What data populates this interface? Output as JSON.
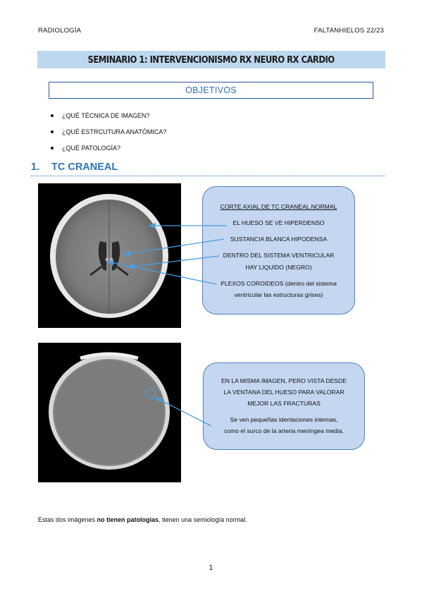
{
  "header": {
    "left": "RADIOLOGÍA",
    "right": "FALTANHIELOS 22/23"
  },
  "title": "SEMINARIO 1: INTERVENCIONISMO RX NEURO RX CARDIO",
  "objectives": {
    "heading": "OBJETIVOS",
    "items": [
      "¿QUÉ TÉCNICA DE IMAGEN?",
      "¿QUÉ ESTRCUTURA ANATÓMICA?",
      "¿QUÉ PATOLOGÍA?"
    ]
  },
  "section": {
    "number": "1.",
    "title": "TC CRANEAL"
  },
  "callout1": {
    "heading": "CORTE AXIAL DE TC CRANEAL NORMAL",
    "lines": [
      "EL HUESO SE VE HIPERDENSO",
      "SUSTANCIA BLANCA HIPODENSA",
      "DENTRO DEL SISTEMA VENTRICULAR",
      "HAY LIQUIDO (NEGRO)",
      "PLEXOS COROIDEOS (dentro del sistema",
      "ventricular las estructuras grises)"
    ]
  },
  "callout2": {
    "lines": [
      "EN LA MISMA IMAGEN, PERO VISTA DESDE",
      "LA VENTANA DEL HUESO PARA VALORAR",
      "MEJOR LAS FRACTURAS",
      "Se ven pequeñas identaciones internas,",
      "como el surco de la arteria meníngea media."
    ]
  },
  "footer_note": {
    "before": "Estas dos imágenes ",
    "bold": "no tienen patologías",
    "after": ", tienen una semiología normal."
  },
  "page_number": "1",
  "colors": {
    "title_bg": "#bdd7ee",
    "accent_blue": "#2e74b5",
    "callout_bg": "#c5d6f0",
    "arrow": "#4a9de0"
  }
}
